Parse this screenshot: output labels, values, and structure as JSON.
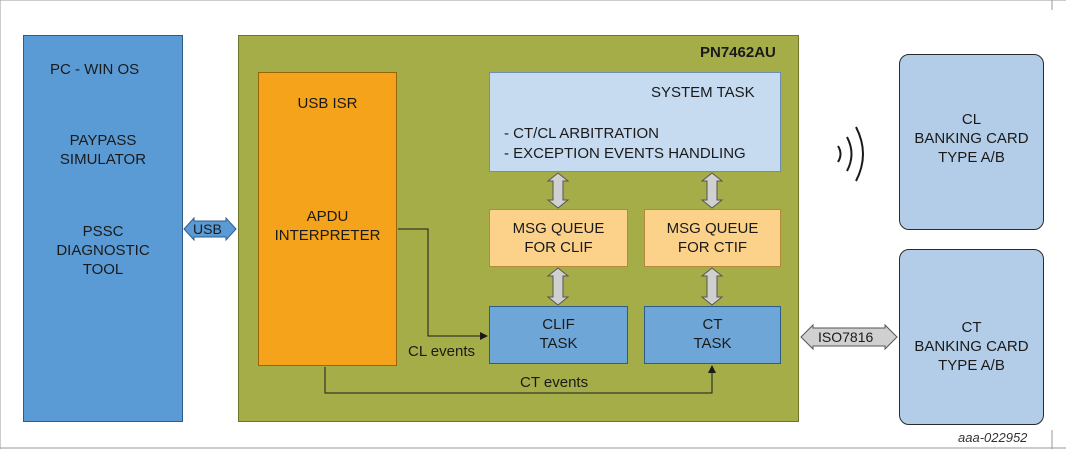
{
  "pc": {
    "title": "PC - WIN OS",
    "line1": "PAYPASS",
    "line2": "SIMULATOR",
    "line3": "PSSC",
    "line4": "DIAGNOSTIC",
    "line5": "TOOL"
  },
  "usb_link": "USB",
  "chip": {
    "name": "PN7462AU",
    "usb_isr": "USB ISR",
    "apdu1": "APDU",
    "apdu2": "INTERPRETER",
    "system_task": "SYSTEM TASK",
    "arb1": "- CT/CL ARBITRATION",
    "arb2": "- EXCEPTION EVENTS HANDLING",
    "mq_clif1": "MSG QUEUE",
    "mq_clif2": "FOR CLIF",
    "mq_ctif1": "MSG QUEUE",
    "mq_ctif2": "FOR CTIF",
    "clif1": "CLIF",
    "clif2": "TASK",
    "ct1": "CT",
    "ct2": "TASK",
    "cl_events": "CL events",
    "ct_events": "CT events"
  },
  "iso_link": "ISO7816",
  "cl_card": {
    "line1": "CL",
    "line2": "BANKING CARD",
    "line3": "TYPE A/B"
  },
  "ct_card": {
    "line1": "CT",
    "line2": "BANKING CARD",
    "line3": "TYPE A/B"
  },
  "figure_id": "aaa-022952",
  "colors": {
    "host_blue": "#5b9bd5",
    "chip_olive": "#a5ad49",
    "isr_orange": "#f5a31b",
    "system_light_blue": "#c6daf0",
    "queue_peach": "#fcd18a",
    "task_blue": "#6fa6d8",
    "card_blue": "#b3cde9"
  }
}
